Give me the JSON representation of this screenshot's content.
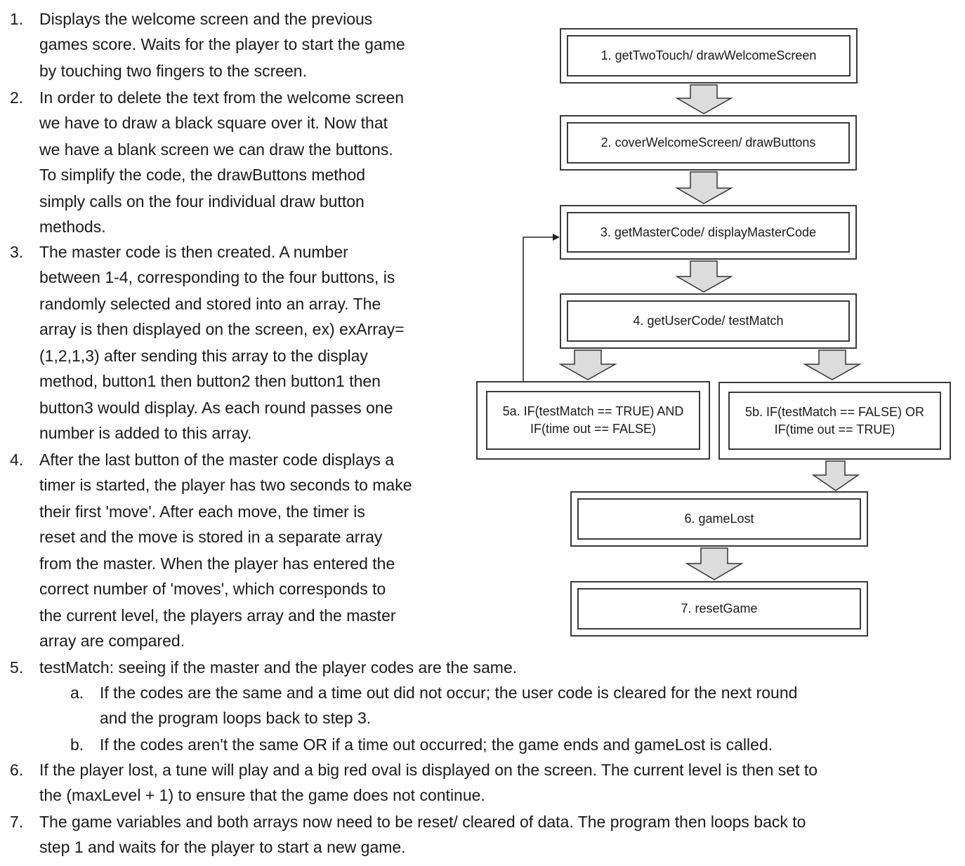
{
  "steps": [
    {
      "num": "1.",
      "lines": [
        "Displays the welcome screen and the previous",
        "games score. Waits for the player to start the game",
        "by touching two fingers to the screen."
      ]
    },
    {
      "num": "2.",
      "lines": [
        "In order to delete the text from the welcome screen",
        "we have to draw a black square over it. Now that",
        "we have a blank screen we can draw the buttons.",
        "To simplify the code, the drawButtons method",
        "simply calls on the four individual draw button",
        "methods."
      ]
    },
    {
      "num": "3.",
      "lines": [
        "The master code is then created. A number",
        "between 1-4, corresponding to the four buttons, is",
        "randomly selected and stored into an array. The",
        "array is then displayed on the screen, ex) exArray=",
        "(1,2,1,3) after sending this array to the display",
        "method, button1 then button2 then button1 then",
        "button3 would display. As each round passes one",
        "number is added to this array."
      ]
    },
    {
      "num": "4.",
      "lines": [
        "After the last button of the master code displays a",
        "timer is started, the player has two seconds to make",
        "their first 'move'. After each move, the timer is",
        "reset and the move is stored in a separate array",
        "from the master. When the player has entered the",
        "correct number of 'moves', which corresponds to",
        "the current level, the players array and the master",
        "array are compared."
      ]
    },
    {
      "num": "5.",
      "lines": [
        "testMatch: seeing if the master and the player codes are the same."
      ]
    },
    {
      "num": "6.",
      "lines": [
        "If the player lost, a tune will play and a big red oval is displayed on the screen. The current level is then set to",
        "the (maxLevel + 1) to ensure that the game does not continue."
      ]
    },
    {
      "num": "7.",
      "lines": [
        "The game variables and both arrays now need to be reset/ cleared of data. The program then loops back to",
        "step 1 and waits for the player to start a new game."
      ]
    }
  ],
  "substeps": [
    {
      "label": "a.",
      "lines": [
        "If the codes are the same and a time out did not occur; the user code is cleared for the next round",
        "and the program loops back to step 3."
      ]
    },
    {
      "label": "b.",
      "lines": [
        "If the codes aren't the same OR if a time out occurred; the game ends and gameLost is called."
      ]
    }
  ],
  "flow": {
    "box1": "1.  getTwoTouch/ drawWelcomeScreen",
    "box2": "2. coverWelcomeScreen/ drawButtons",
    "box3": "3. getMasterCode/ displayMasterCode",
    "box4": "4. getUserCode/ testMatch",
    "box5a_l1": "5a. IF(testMatch == TRUE) AND",
    "box5a_l2": "IF(time out == FALSE)",
    "box5b_l1": "5b. IF(testMatch == FALSE) OR",
    "box5b_l2": "IF(time out == TRUE)",
    "box6": "6. gameLost",
    "box7": "7. resetGame"
  }
}
